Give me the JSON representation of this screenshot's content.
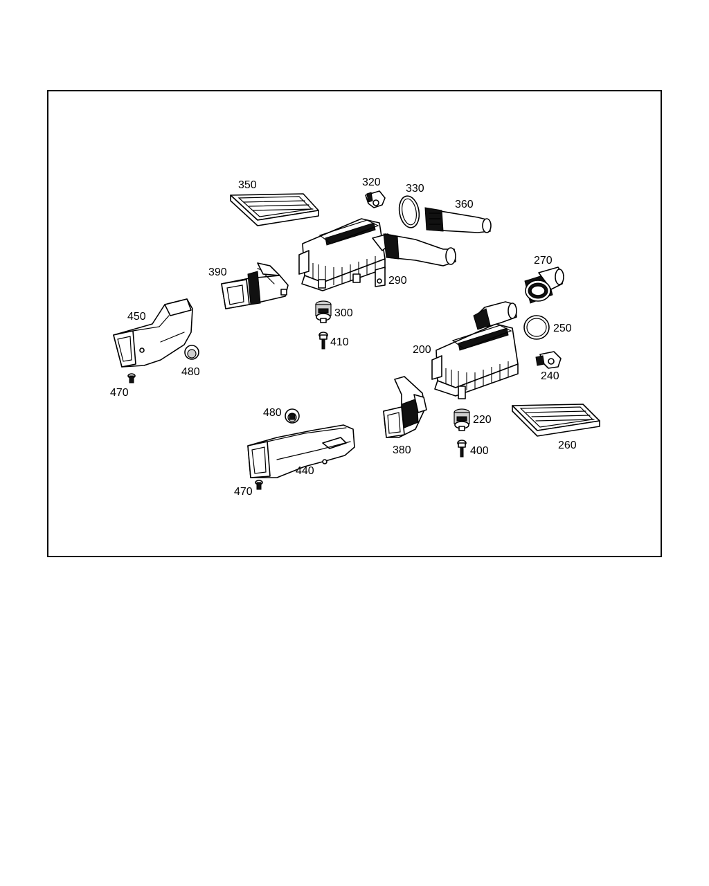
{
  "diagram": {
    "part_labels": {
      "p350": "350",
      "p320": "320",
      "p330": "330",
      "p360": "360",
      "p290": "290",
      "p390": "390",
      "p300": "300",
      "p410": "410",
      "p450": "450",
      "p480a": "480",
      "p470a": "470",
      "p270": "270",
      "p250": "250",
      "p200": "200",
      "p240": "240",
      "p380": "380",
      "p220": "220",
      "p400": "400",
      "p260": "260",
      "p480b": "480",
      "p440": "440",
      "p470b": "470"
    }
  }
}
